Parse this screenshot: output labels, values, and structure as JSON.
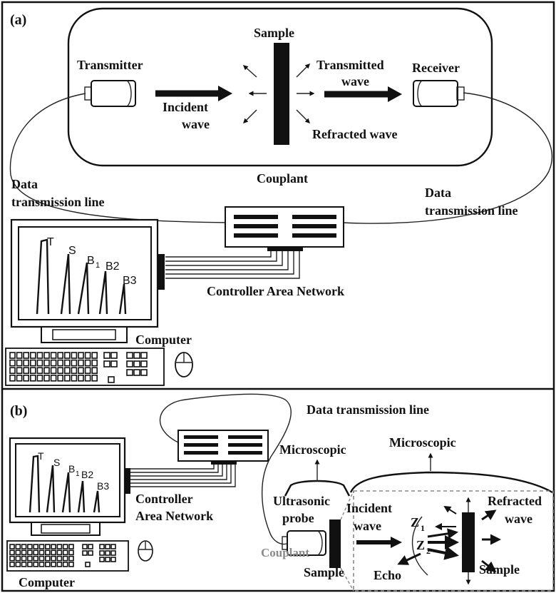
{
  "colors": {
    "ink": "#111111",
    "couplant_b": "#8a8a8a",
    "dashed_box": "#888888",
    "background": "#ffffff"
  },
  "panel_a": {
    "label": "(a)",
    "sample": "Sample",
    "transmitter": "Transmitter",
    "receiver": "Receiver",
    "incident_wave": [
      "Incident",
      "wave"
    ],
    "transmitted_wave": [
      "Transmitted",
      "wave"
    ],
    "refracted_wave": "Refracted wave",
    "couplant": "Couplant",
    "data_line_left": [
      "Data",
      "transmission line"
    ],
    "data_line_right": [
      "Data",
      "transmission line"
    ],
    "can": "Controller Area Network",
    "computer": "Computer",
    "peaks": [
      "T",
      "S",
      "B",
      "1",
      "B2",
      "B3"
    ]
  },
  "panel_b": {
    "label": "(b)",
    "data_line": "Data transmission line",
    "microscopic_left": "Microscopic",
    "microscopic_right": "Microscopic",
    "can": [
      "Controller",
      "Area Network"
    ],
    "probe": [
      "Ultrasonic",
      "probe"
    ],
    "couplant": "Couplant",
    "sample_left": "Sample",
    "incident_wave": [
      "Incident",
      "wave"
    ],
    "z1": "Z",
    "z1_sub": "1",
    "z2": "Z",
    "z2_sub": "2",
    "refracted_wave": [
      "Refracted",
      "wave"
    ],
    "echo": "Echo",
    "sample_right": "Sample",
    "computer": "Computer",
    "peaks": [
      "T",
      "S",
      "B",
      "1",
      "B2",
      "B3"
    ]
  }
}
